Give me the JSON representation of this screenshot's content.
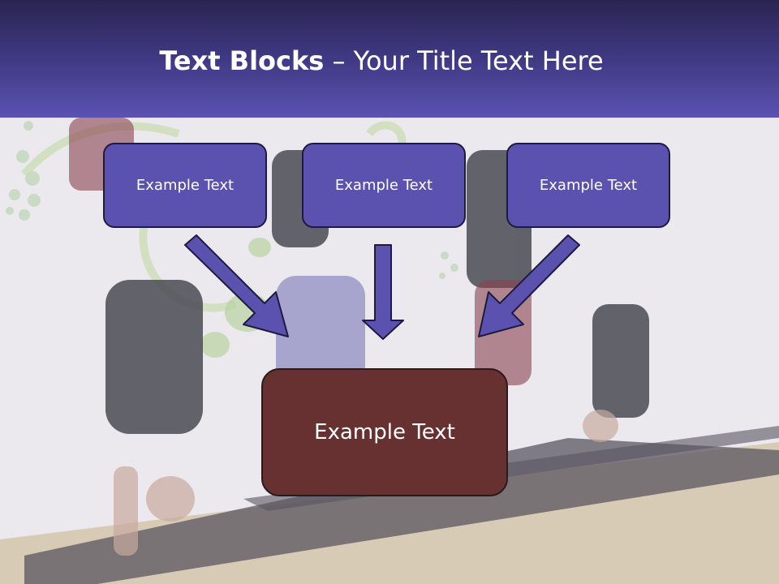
{
  "slide": {
    "title_bold": "Text Blocks",
    "title_rest": " – Your Title Text Here"
  },
  "blocks": {
    "top": [
      "Example Text",
      "Example Text",
      "Example Text"
    ],
    "main": "Example Text"
  },
  "colors": {
    "header_top": "#2a2550",
    "header_bottom": "#5a52b0",
    "small_block": "#5a52ae",
    "main_block": "#673131",
    "arrow": "#5a52ae"
  }
}
